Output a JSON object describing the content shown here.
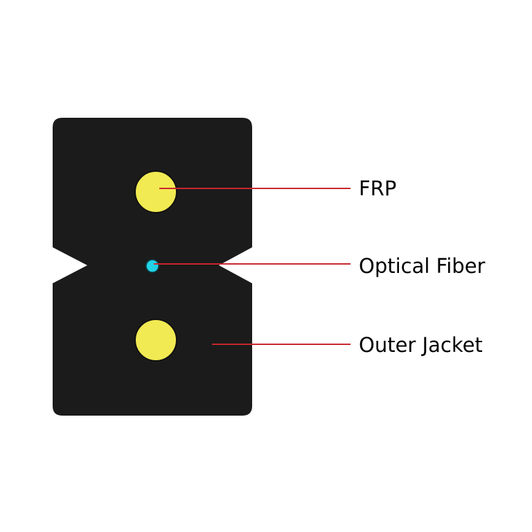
{
  "diagram": {
    "labels": {
      "frp": "FRP",
      "optical_fiber": "Optical Fiber",
      "outer_jacket": "Outer Jacket"
    },
    "colors": {
      "background": "#ffffff",
      "jacket": "#1b1b1b",
      "frp": "#f2ea52",
      "optical_fiber": "#22d3e6",
      "leader_line": "#c8262e",
      "text": "#000000"
    }
  }
}
